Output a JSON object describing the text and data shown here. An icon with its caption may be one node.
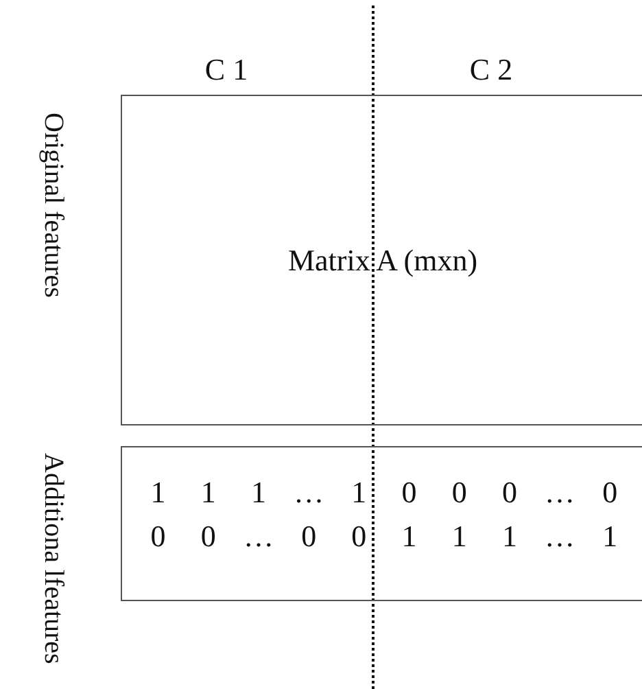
{
  "diagram": {
    "nodes": [
      {
        "text": [
          "Matrix A (mxn)"
        ],
        "beside": [
          "Original features"
        ]
      },
      {
        "text": [
          "1 1 1 … 1 0 0 0 … 0",
          "0 0 … 0 0 1 1 1 … 1"
        ],
        "beside": [
          "Additiona lfeatures"
        ]
      }
    ],
    "labels": [
      "C 1",
      "C 2"
    ]
  }
}
